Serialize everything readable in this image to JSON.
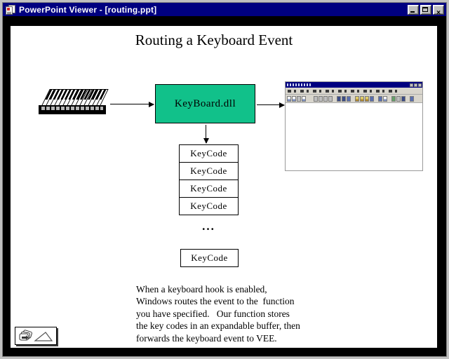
{
  "window": {
    "title": "PowerPoint Viewer - [routing.ppt]",
    "close_glyph": "×"
  },
  "slide": {
    "title": "Routing a Keyboard Event",
    "dll_box_label": "KeyBoard.dll",
    "keycode_stack": [
      "KeyCode",
      "KeyCode",
      "KeyCode",
      "KeyCode"
    ],
    "ellipsis": "...",
    "single_keycode": "KeyCode",
    "paragraph_lines": [
      "When a keyboard hook is enabled,",
      "Windows routes the event to the  function",
      "you have specified.   Our function stores",
      "the key codes in an expandable buffer, then",
      "forwards the keyboard event to VEE."
    ]
  },
  "colors": {
    "dll_box_fill": "#11c18a",
    "titlebar_blue": "#000080"
  }
}
